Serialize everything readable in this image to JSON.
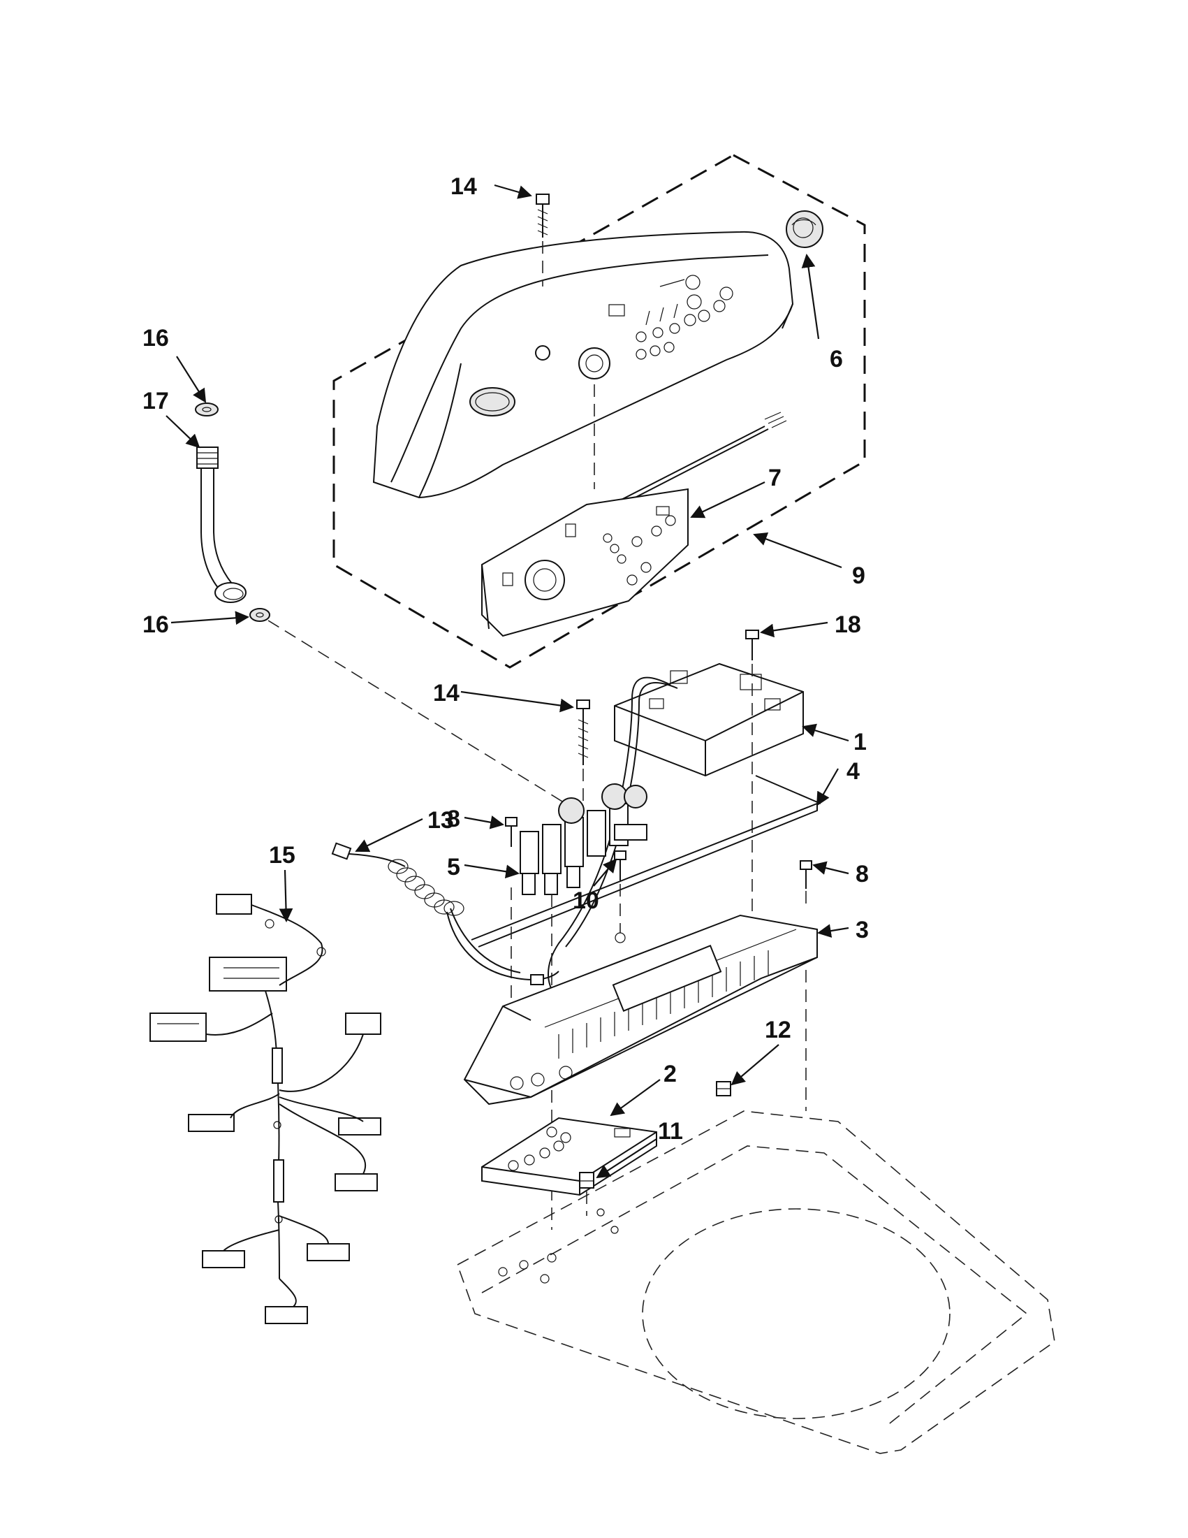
{
  "callouts": {
    "c1": "1",
    "c2": "2",
    "c3": "3",
    "c4": "4",
    "c5": "5",
    "c6": "6",
    "c7": "7",
    "c8a": "8",
    "c8b": "8",
    "c9": "9",
    "c10": "10",
    "c11": "11",
    "c12": "12",
    "c13": "13",
    "c14a": "14",
    "c14b": "14",
    "c15": "15",
    "c16a": "16",
    "c16b": "16",
    "c17": "17",
    "c18": "18"
  }
}
